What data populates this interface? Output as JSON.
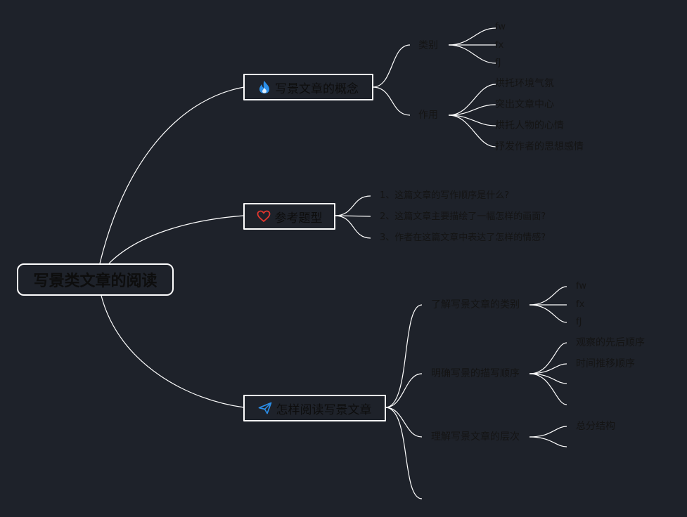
{
  "root": {
    "label": "写景类文章的阅读"
  },
  "branches": [
    {
      "label": "写景文章的概念",
      "icon": "flame-icon",
      "icon_color": "#2b8ee8",
      "children": [
        {
          "label": "类别",
          "leaves": [
            "fw",
            "fx",
            "fJ"
          ]
        },
        {
          "label": "作用",
          "leaves": [
            "烘托环境气氛",
            "突出文章中心",
            "烘托人物的心情",
            "抒发作者的思想感情"
          ]
        }
      ]
    },
    {
      "label": "参考题型",
      "icon": "heart-icon",
      "icon_color": "#e0362e",
      "questions": [
        "1、这篇文章的写作顺序是什么?",
        "2、这篇文章主要描绘了一幅怎样的画面?",
        "3、作者在这篇文章中表达了怎样的情感?"
      ]
    },
    {
      "label": "怎样阅读写景文章",
      "icon": "paper-plane-icon",
      "icon_color": "#2b8ee8",
      "children": [
        {
          "label": "了解写景文章的类别",
          "leaves": [
            "fw",
            "fx",
            "fJ"
          ]
        },
        {
          "label": "明确写景的描写顺序",
          "leaves": [
            "观察的先后顺序",
            "时间推移顺序",
            "",
            ""
          ]
        },
        {
          "label": "理解写景文章的层次",
          "leaves": [
            "总分结构",
            ""
          ]
        },
        {
          "label": "",
          "leaves": []
        }
      ]
    }
  ],
  "colors": {
    "background": "#1e222a",
    "line": "#ffffff",
    "text": "#0d0d0d",
    "border": "#ffffff"
  }
}
